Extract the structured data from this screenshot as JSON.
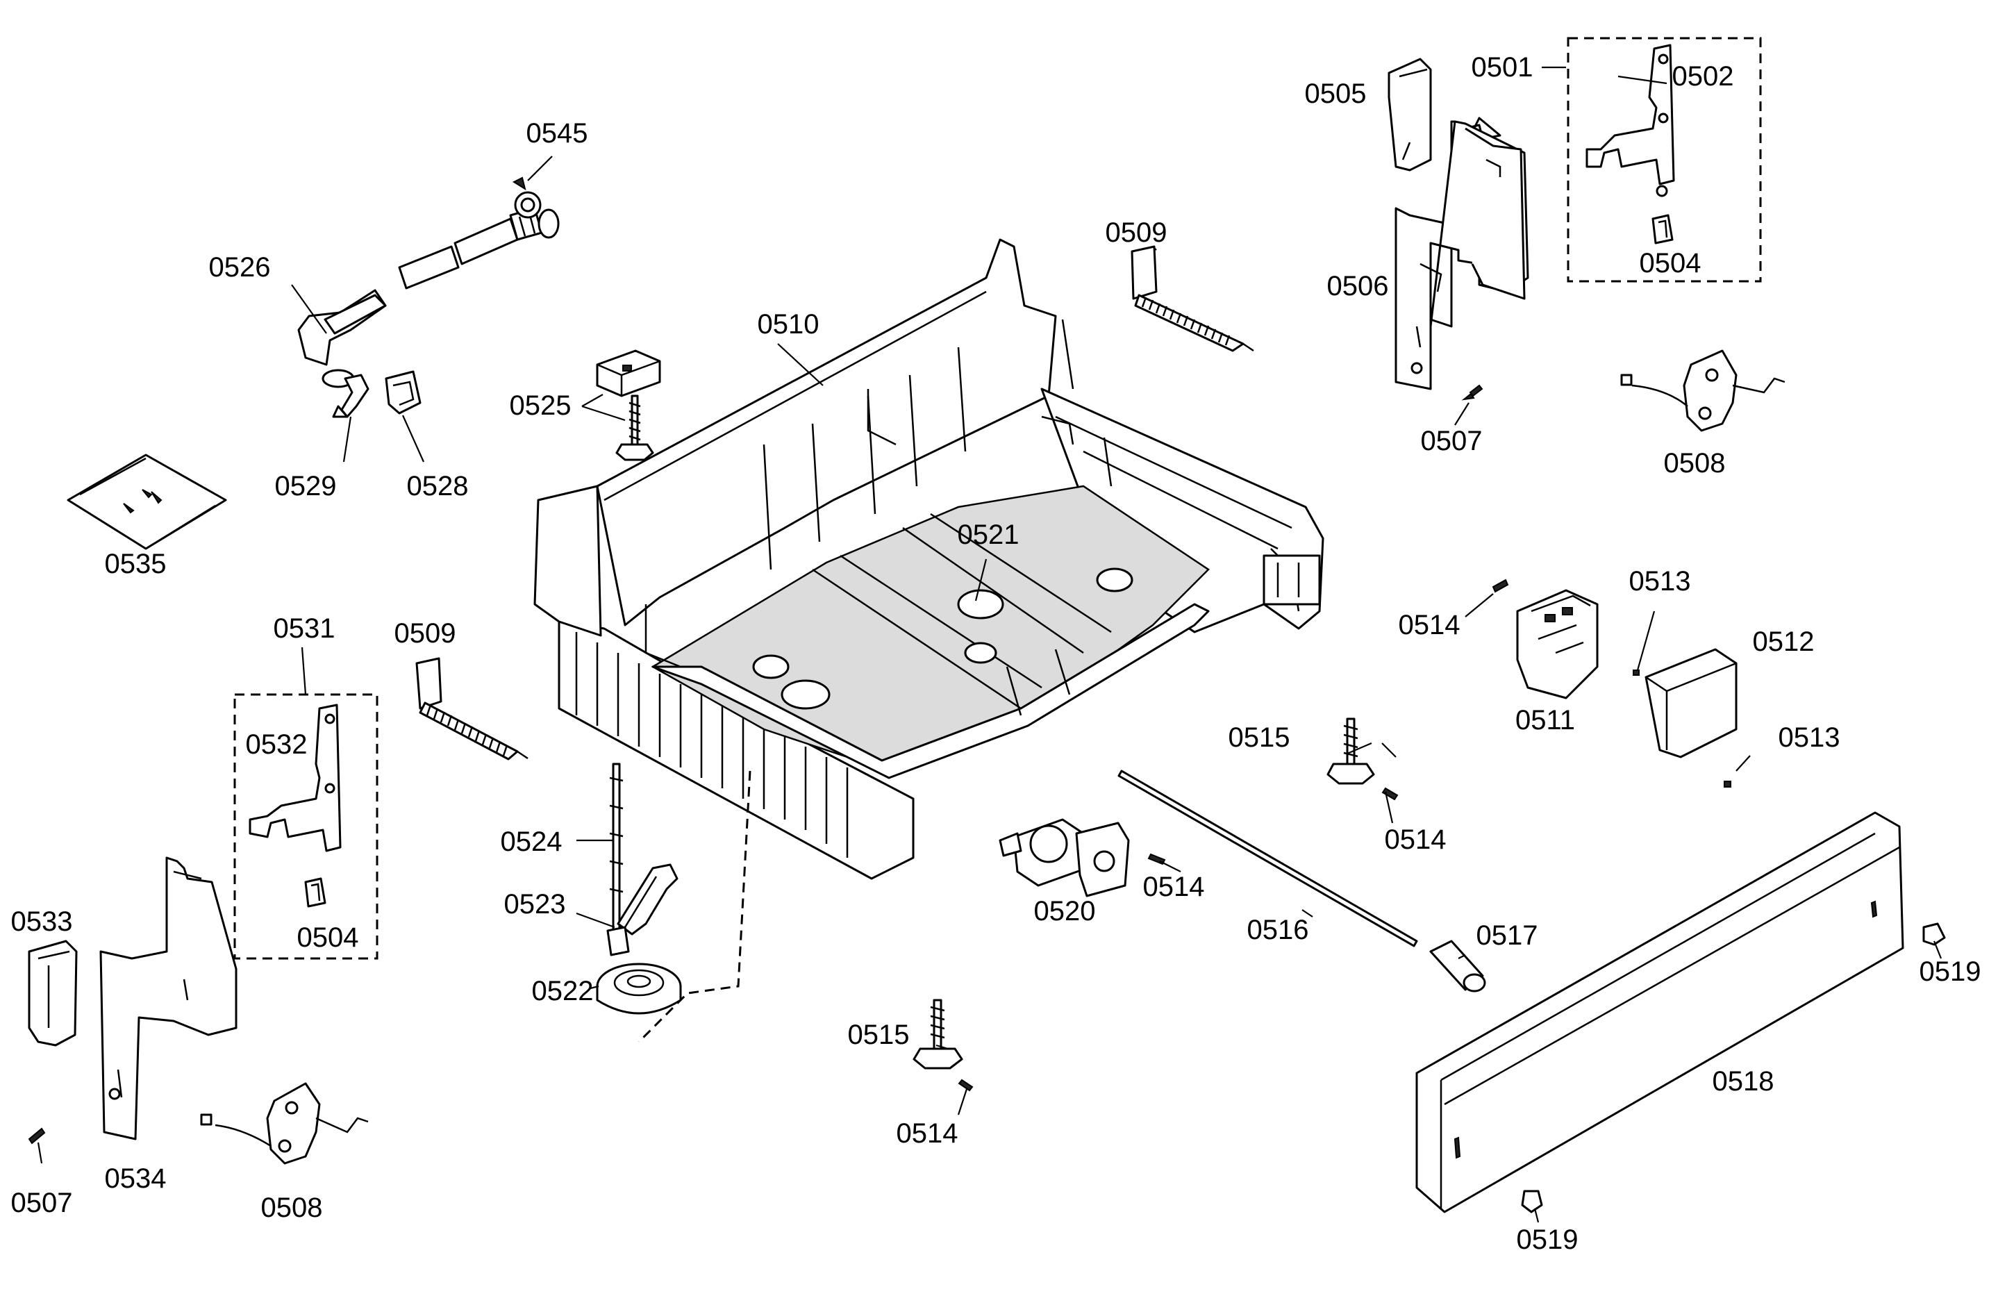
{
  "labels": {
    "l0501": "0501",
    "l0502": "0502",
    "l0504a": "0504",
    "l0504b": "0504",
    "l0505": "0505",
    "l0506": "0506",
    "l0507a": "0507",
    "l0507b": "0507",
    "l0508a": "0508",
    "l0508b": "0508",
    "l0509a": "0509",
    "l0509b": "0509",
    "l0510": "0510",
    "l0511": "0511",
    "l0512": "0512",
    "l0513a": "0513",
    "l0513b": "0513",
    "l0514a": "0514",
    "l0514b": "0514",
    "l0514c": "0514",
    "l0514d": "0514",
    "l0515a": "0515",
    "l0515b": "0515",
    "l0516": "0516",
    "l0517": "0517",
    "l0518": "0518",
    "l0519a": "0519",
    "l0519b": "0519",
    "l0520": "0520",
    "l0521": "0521",
    "l0522": "0522",
    "l0523": "0523",
    "l0524": "0524",
    "l0525": "0525",
    "l0526": "0526",
    "l0528": "0528",
    "l0529": "0529",
    "l0531": "0531",
    "l0532": "0532",
    "l0533": "0533",
    "l0534": "0534",
    "l0535": "0535",
    "l0545": "0545"
  }
}
